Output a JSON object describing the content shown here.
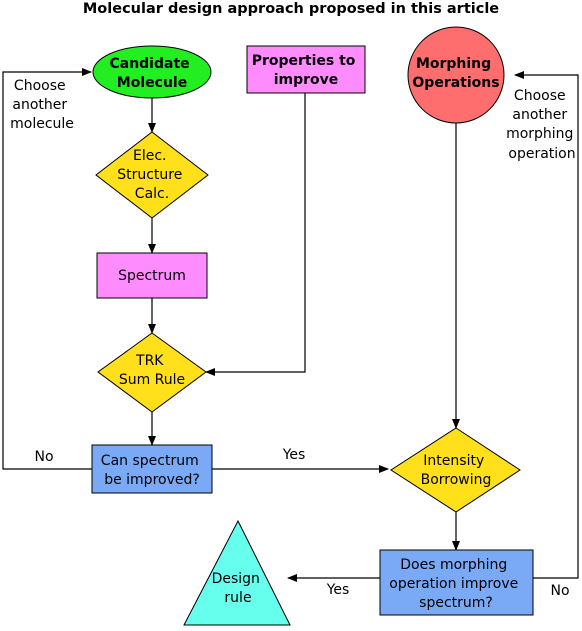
{
  "title": "Molecular design approach proposed in this article",
  "colors": {
    "green": "#22ee22",
    "yellow": "#ffe01a",
    "pink": "#ff8cff",
    "red": "#ff6e6e",
    "blue": "#7aaaf6",
    "cyan": "#66ffee"
  },
  "nodes": {
    "candidate": {
      "lines": [
        "Candidate",
        "Molecule"
      ]
    },
    "properties": {
      "lines": [
        "Properties to",
        "improve"
      ]
    },
    "morphing": {
      "lines": [
        "Morphing",
        "Operations"
      ]
    },
    "elec": {
      "lines": [
        "Elec.",
        "Structure",
        "Calc."
      ]
    },
    "spectrum": {
      "lines": [
        "Spectrum"
      ]
    },
    "trk": {
      "lines": [
        "TRK",
        "Sum Rule"
      ]
    },
    "can_improve": {
      "lines": [
        "Can spectrum",
        "be improved?"
      ]
    },
    "intensity": {
      "lines": [
        "Intensity",
        "Borrowing"
      ]
    },
    "does_morph": {
      "lines": [
        "Does morphing",
        "operation improve",
        "spectrum?"
      ]
    },
    "design": {
      "lines": [
        "Design",
        "rule"
      ]
    }
  },
  "edge_labels": {
    "choose_molecule": [
      "Choose",
      "another",
      "molecule"
    ],
    "choose_morph": [
      "Choose",
      "another",
      "morphing",
      "operation"
    ],
    "no_left": "No",
    "yes_middle": "Yes",
    "yes_bottom": "Yes",
    "no_right": "No"
  }
}
